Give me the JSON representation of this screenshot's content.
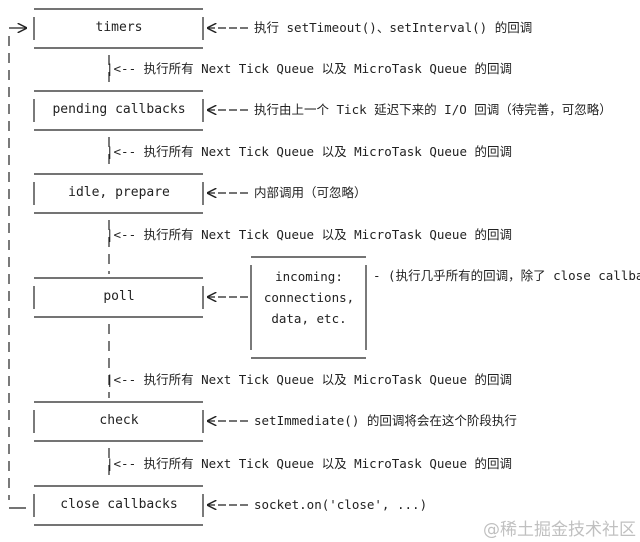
{
  "phases": [
    {
      "id": "timers",
      "label": "timers",
      "note": "执行 setTimeout()、setInterval() 的回调"
    },
    {
      "id": "pending",
      "label": "pending callbacks",
      "note": "执行由上一个 Tick 延迟下来的 I/O 回调（待完善，可忽略）"
    },
    {
      "id": "idle",
      "label": "idle, prepare",
      "note": "内部调用（可忽略）"
    },
    {
      "id": "poll",
      "label": "poll",
      "note": "- (执行几乎所有的回调，除了 close callbacks"
    },
    {
      "id": "check",
      "label": "check",
      "note": "setImmediate() 的回调将会在这个阶段执行"
    },
    {
      "id": "close",
      "label": "close callbacks",
      "note": "socket.on('close', ...)"
    }
  ],
  "tick_note": "|<-- 执行所有 Next Tick Queue 以及 MicroTask Queue 的回调",
  "incoming": [
    "incoming:",
    "connections,",
    "data, etc."
  ],
  "watermark": "@稀土掘金技术社区",
  "colors": {
    "line": "#222222",
    "text": "#222222",
    "background": "#ffffff",
    "watermark": "#8c8c8c"
  }
}
